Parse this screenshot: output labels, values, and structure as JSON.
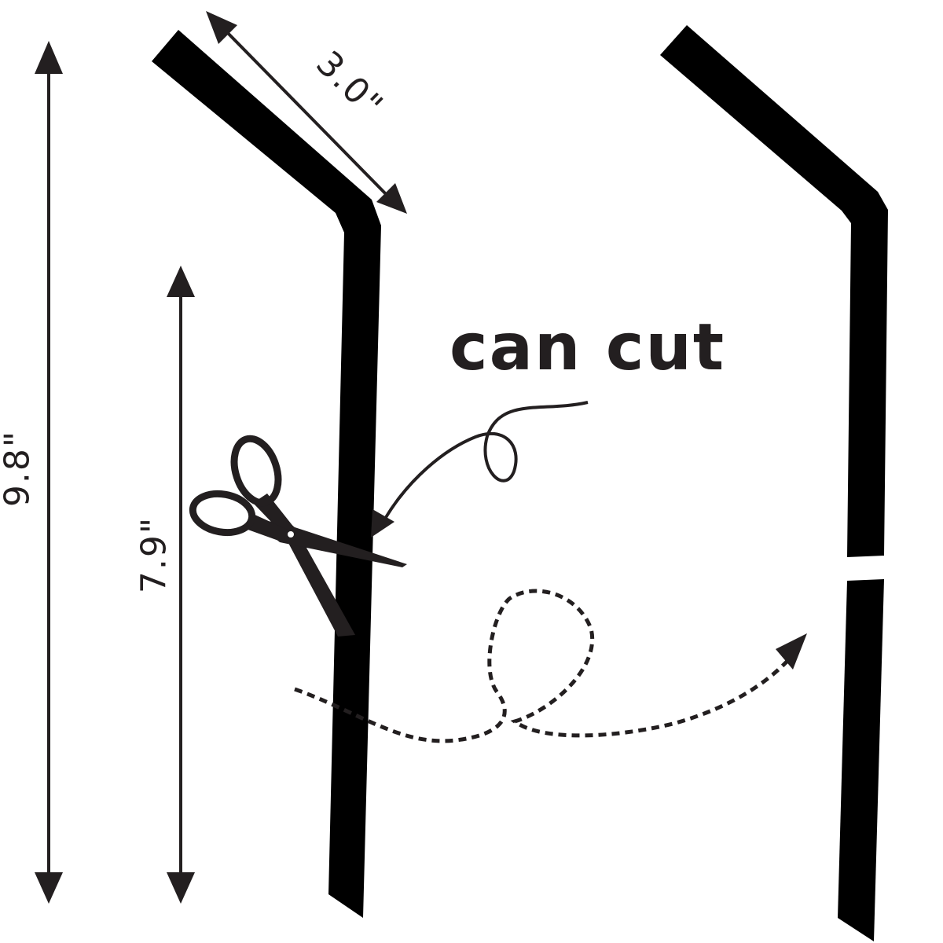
{
  "dimensions": {
    "short_segment": "3.0\"",
    "total_length": "9.8\"",
    "long_segment": "7.9\""
  },
  "caption": "can cut",
  "colors": {
    "straw": "#000000",
    "annotation": "#231f20",
    "background": "#ffffff"
  },
  "icons": {
    "scissors": "scissors-icon",
    "curved_arrow": "curved-arrow-icon",
    "dashed_arrow": "dashed-arrow-icon"
  }
}
